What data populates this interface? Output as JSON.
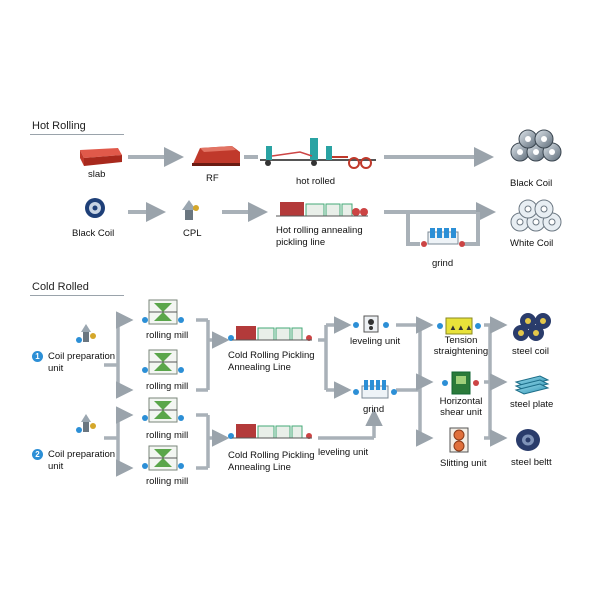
{
  "sections": {
    "hot": "Hot Rolling",
    "cold": "Cold Rolled"
  },
  "hot": {
    "slab": "slab",
    "rf": "RF",
    "hot_rolled": "hot rolled",
    "black_coil_out": "Black Coil",
    "black_coil_in": "Black Coil",
    "cpl": "CPL",
    "annealing_1": "Hot rolling annealing",
    "annealing_2": "pickling line",
    "grind": "grind",
    "white_coil": "White Coil"
  },
  "cold": {
    "coil_prep_1a": "Coil preparation",
    "coil_prep_1b": "unit",
    "coil_prep_2a": "Coil preparation",
    "coil_prep_2b": "unit",
    "badge1": "1",
    "badge2": "2",
    "rolling_mill": [
      "rolling mill",
      "rolling mill",
      "rolling mill",
      "rolling mill"
    ],
    "pickling_1a": "Cold Rolling Pickling",
    "pickling_1b": "Annealing Line",
    "pickling_2a": "Cold Rolling Pickling",
    "pickling_2b": "Annealing Line",
    "leveling_top": "leveling unit",
    "leveling_bottom": "leveling unit",
    "grind": "grind",
    "tension_a": "Tension",
    "tension_b": "straightening",
    "shear_a": "Horizontal",
    "shear_b": "shear unit",
    "slitting": "Slitting unit",
    "steel_coil": "steel coil",
    "steel_plate": "steel plate",
    "steel_belt": "steel beltt"
  },
  "colors": {
    "arrow": "#a9b1b8",
    "accent_blue": "#2c8fd6",
    "slab_red": "#c0392b"
  }
}
